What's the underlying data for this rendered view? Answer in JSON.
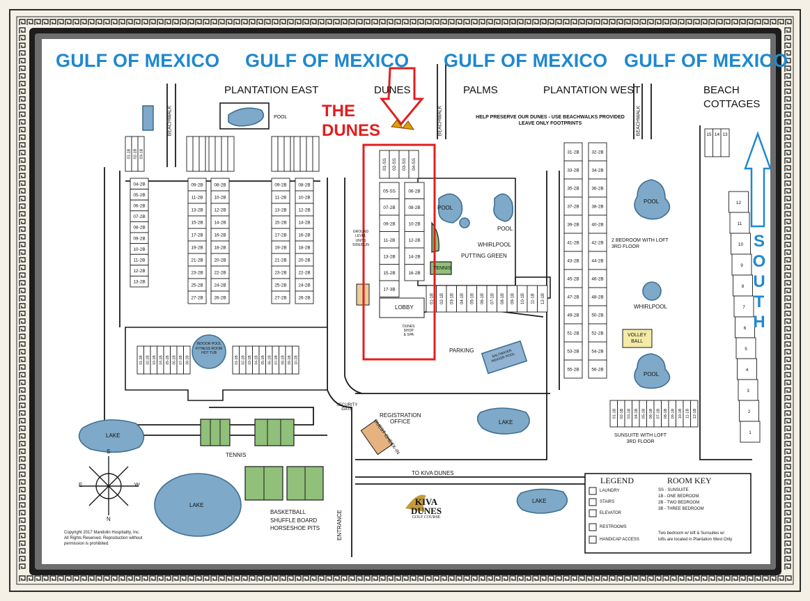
{
  "map": {
    "gulf_labels": [
      "GULF OF MEXICO",
      "GULF OF MEXICO",
      "GULF OF MEXICO",
      "GULF OF MEXICO"
    ],
    "buildings": {
      "plantation_east": "PLANTATION EAST",
      "dunes": "DUNES",
      "palms": "PALMS",
      "plantation_west": "PLANTATION WEST",
      "beach_cottages_1": "BEACH",
      "beach_cottages_2": "COTTAGES"
    },
    "highlight": {
      "line1": "THE",
      "line2": "DUNES"
    },
    "notice": {
      "line1": "HELP PRESERVE OUR DUNES - USE BEACHWALKS PROVIDED",
      "line2": "LEAVE ONLY FOOTPRINTS"
    },
    "beachwalk": "BEACHWALK",
    "south_letters": [
      "S",
      "O",
      "U",
      "T",
      "H"
    ],
    "amenities": {
      "pool": "POOL",
      "whirlpool": "WHIRLPOOL",
      "putting_green": "PUTTING GREEN",
      "tennis": "TENNIS",
      "lobby": "LOBBY",
      "parking": "PARKING",
      "lake": "LAKE",
      "volley_1": "VOLLEY",
      "volley_2": "BALL",
      "registration_1": "REGISTRATION",
      "registration_2": "OFFICE",
      "guest_checkin": "GUEST CHECK-IN",
      "security_gate_1": "SECURITY",
      "security_gate_2": "GATE",
      "to_kiva": "TO KIVA DUNES",
      "entrance": "ENTRANCE",
      "basketball": "BASKETBALL",
      "shuffle": "SHUFFLE BOARD",
      "horseshoe": "HORSESHOE PITS",
      "indoor_pool_1": "INDOOR POOL",
      "indoor_pool_2": "FITNESS ROOM",
      "indoor_pool_3": "HOT TUB",
      "saltwater_1": "SALTWATER",
      "saltwater_2": "INDOOR POOL",
      "ground_level_1": "GROUND",
      "ground_level_2": "LEVEL",
      "ground_level_3": "UNITS",
      "ground_level_4": "SIDE/DUN",
      "loft_1": "2 BEDROOM WITH LOFT",
      "loft_2": "3RD FLOOR",
      "sunsuite_1": "SUNSUITE WITH LOFT",
      "sunsuite_2": "3RD FLOOR",
      "dunes_shop_1": "DUNES",
      "dunes_shop_2": "SHOP",
      "dunes_shop_3": "& SPA"
    },
    "kiva_logo": {
      "line1": "KIVA",
      "line2": "DUNES",
      "line3": "GOLF COURSE"
    },
    "copyright": {
      "line1": "Copyright 2017 Mandolin Hospitality, Inc.",
      "line2": "All Rights Reserved. Reproduction without",
      "line3": "permission is prohibited."
    },
    "compass": {
      "n": "N",
      "s": "S",
      "e": "E",
      "w": "W"
    },
    "legend": {
      "title": "LEGEND",
      "items": [
        "LAUNDRY",
        "STAIRS",
        "ELEVATOR",
        "RESTROOMS",
        "HANDICAP ACCESS"
      ],
      "room_key_title": "ROOM KEY",
      "room_key": [
        "SS - SUNSUITE",
        "1B - ONE BEDROOM",
        "2B - TWO BEDROOM",
        "3B - THREE BEDROOM"
      ],
      "note_1": "Two bedroom w/ loft & Sunsuites w/",
      "note_2": "lofts are located in Plantation West Only"
    },
    "units": {
      "pe_a": [
        "01-1B",
        "02-1B",
        "03-1B",
        "04-2B",
        "05-2B",
        "06-2B",
        "07-2B",
        "08-2B",
        "09-2B",
        "10-2B",
        "11-2B",
        "12-2B",
        "13-2B"
      ],
      "pe_b_l": [
        "09-2B",
        "11-2B",
        "13-2B",
        "15-2B",
        "17-2B",
        "19-2B",
        "21-2B",
        "23-2B",
        "25-2B",
        "27-2B"
      ],
      "pe_b_r": [
        "08-2B",
        "10-2B",
        "12-2B",
        "14-2B",
        "16-2B",
        "18-2B",
        "20-2B",
        "22-2B",
        "24-2B",
        "26-2B"
      ],
      "pe_c_l": [
        "09-2B",
        "11-2B",
        "13-2B",
        "15-2B",
        "17-2B",
        "19-2B",
        "21-2B",
        "23-2B",
        "25-2B",
        "27-2B"
      ],
      "pe_c_r": [
        "08-2B",
        "10-2B",
        "12-2B",
        "14-2B",
        "16-2B",
        "18-2B",
        "20-2B",
        "22-2B",
        "24-2B",
        "26-2B"
      ],
      "dunes_top": [
        "01-SS",
        "02-SS",
        "03-SS",
        "04-SS"
      ],
      "dunes_l": [
        "05-SS",
        "07-2B",
        "09-2B",
        "11-2B",
        "13-2B",
        "15-2B",
        "17-3B"
      ],
      "dunes_r": [
        "06-2B",
        "08-2B",
        "10-2B",
        "12-2B",
        "14-2B",
        "16-2B"
      ],
      "palms_row": [
        "01-1B",
        "02-1B",
        "03-1B",
        "04-1B",
        "05-1B",
        "06-1B",
        "07-1B",
        "08-1B",
        "09-1B",
        "10-1B",
        "11-1B",
        "12-1B"
      ],
      "pw_l": [
        "31-2B",
        "33-2B",
        "35-2B",
        "37-2B",
        "39-2B",
        "41-2B",
        "43-2B",
        "45-2B",
        "47-2B",
        "49-2B",
        "51-2B",
        "53-2B",
        "55-2B"
      ],
      "pw_r": [
        "32-2B",
        "34-2B",
        "36-2B",
        "38-2B",
        "40-2B",
        "42-2B",
        "44-2B",
        "46-2B",
        "48-2B",
        "50-2B",
        "52-2B",
        "54-2B",
        "56-2B"
      ],
      "cottages": [
        "15",
        "14",
        "13",
        "12",
        "11",
        "10",
        "9",
        "8",
        "7",
        "6",
        "5",
        "4",
        "3",
        "2",
        "1"
      ]
    }
  }
}
